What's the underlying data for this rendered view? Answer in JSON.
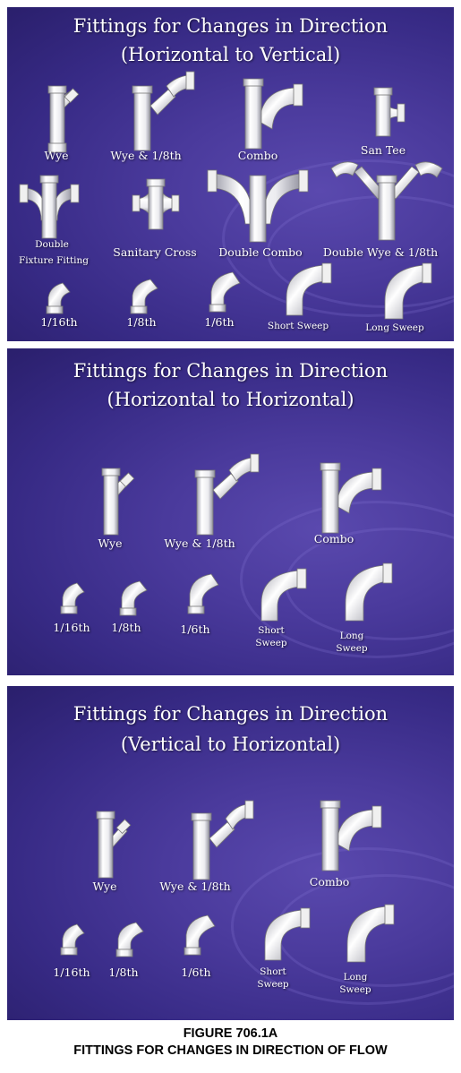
{
  "panels": [
    {
      "title_line1": "Fittings for Changes in Direction",
      "title_line2": "(Horizontal to Vertical)",
      "labels": {
        "wye": "Wye",
        "wye_eighth": "Wye & 1/8th",
        "combo": "Combo",
        "san_tee": "San Tee",
        "double_fixture_1": "Double",
        "double_fixture_2": "Fixture Fitting",
        "sanitary_cross": "Sanitary Cross",
        "double_combo": "Double Combo",
        "double_wye_eighth": "Double Wye & 1/8th",
        "sixteenth": "1/16th",
        "eighth": "1/8th",
        "sixth": "1/6th",
        "short_sweep": "Short Sweep",
        "long_sweep": "Long Sweep"
      }
    },
    {
      "title_line1": "Fittings for Changes in Direction",
      "title_line2": "(Horizontal to Horizontal)",
      "labels": {
        "wye": "Wye",
        "wye_eighth": "Wye & 1/8th",
        "combo": "Combo",
        "sixteenth": "1/16th",
        "eighth": "1/8th",
        "sixth": "1/6th",
        "short_sweep_1": "Short",
        "short_sweep_2": "Sweep",
        "long_sweep_1": "Long",
        "long_sweep_2": "Sweep"
      }
    },
    {
      "title_line1": "Fittings for Changes in Direction",
      "title_line2": "(Vertical to Horizontal)",
      "labels": {
        "wye": "Wye",
        "wye_eighth": "Wye & 1/8th",
        "combo": "Combo",
        "sixteenth": "1/16th",
        "eighth": "1/8th",
        "sixth": "1/6th",
        "short_sweep_1": "Short",
        "short_sweep_2": "Sweep",
        "long_sweep_1": "Long",
        "long_sweep_2": "Sweep"
      }
    }
  ],
  "caption": {
    "line1": "FIGURE 706.1A",
    "line2": "FITTINGS FOR CHANGES IN DIRECTION OF FLOW"
  },
  "colors": {
    "panel_background": "#3b2d8a",
    "pipe_white": "#f4f4f4",
    "pipe_shadow": "#a9a9b4",
    "text": "#ffffff"
  }
}
